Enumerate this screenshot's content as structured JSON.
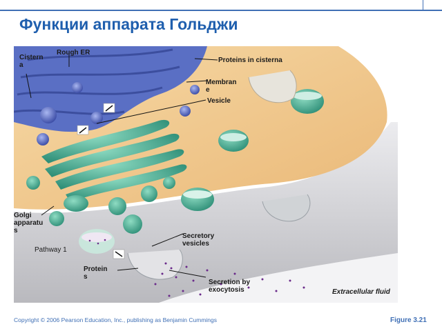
{
  "title": "Функции аппарата Гольджи",
  "labels": {
    "cisterna": "Cistern a",
    "rough_er": "Rough ER",
    "proteins_in_cisterna": "Proteins in cisterna",
    "membrane": "Membran e",
    "vesicle": "Vesicle",
    "golgi_apparatus": "Golgi apparatu s",
    "secretory_vesicles": "Secretory vesicles",
    "pathway": "Pathway 1",
    "proteins": "Protein s",
    "secretion": "Secretion by exocytosis",
    "extracellular_fluid": "Extracellular fluid"
  },
  "footer": {
    "copyright": "Copyright © 2006 Pearson Education, Inc., publishing as Benjamin Cummings",
    "figure": "Figure 3.21"
  },
  "colors": {
    "title": "#1f5fae",
    "er": "#5a6fc4",
    "golgi": "#4fb39a",
    "cytoplasm": "#f2c98a",
    "membrane": "#d8d8da",
    "extracellular": "#ffffff"
  }
}
